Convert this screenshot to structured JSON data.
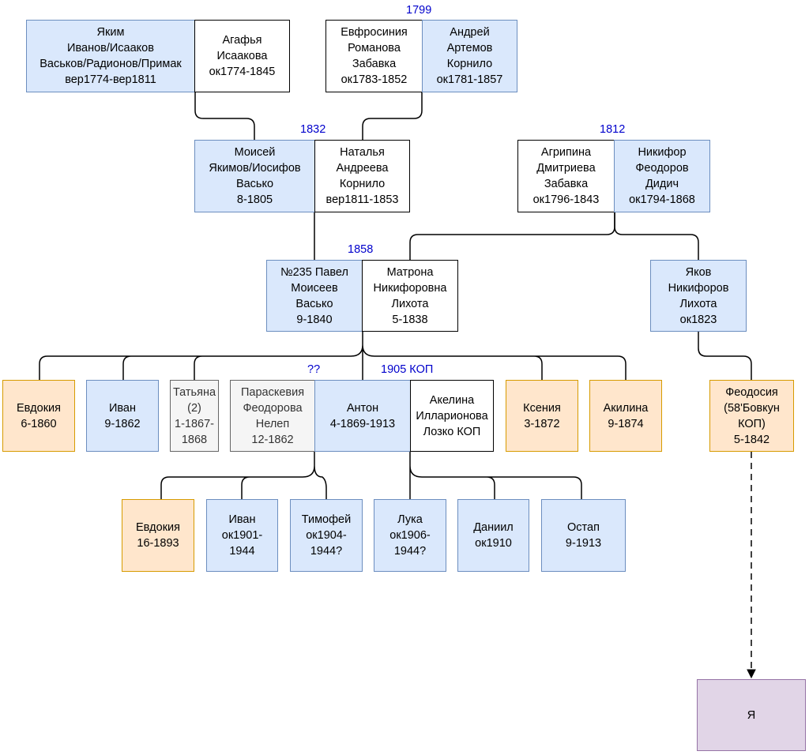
{
  "people": {
    "yakim": "Яким\nИванов/Исааков\nВаськов/Радионов/Примак\nвер1774-вер1811",
    "agafya": "Агафья\nИсаакова\nок1774-1845",
    "evfrosiniya": "Евфросиния\nРоманова\nЗабавка\nок1783-1852",
    "andrey": "Андрей\nАртемов\nКорнило\nок1781-1857",
    "moisey": "Моисей\nЯкимов/Иосифов\nВасько\n8-1805",
    "natalya": "Наталья\nАндреева\nКорнило\nвер1811-1853",
    "agripina": "Агрипина\nДмитриева\nЗабавка\nок1796-1843",
    "nikifor": "Никифор\nФеодоров\nДидич\nок1794-1868",
    "pavel": "№235 Павел\nМоисеев\nВасько\n9-1840",
    "matrona": "Матрона\nНикифоровна\nЛихота\n5-1838",
    "yakov": "Яков\nНикифоров\nЛихота\nок1823",
    "evdokiya1": "Евдокия\n6-1860",
    "ivan1": "Иван\n9-1862",
    "tatyana": "Татьяна\n(2)\n1-1867-\n1868",
    "paraskeviya": "Параскевия\nФеодорова\nНелеп\n12-1862",
    "anton": "Антон\n4-1869-1913",
    "akelina": "Акелина\nИлларионова\nЛозко КОП",
    "kseniya": "Ксения\n3-1872",
    "akilina": "Акилина\n9-1874",
    "feodosiya": "Феодосия\n(58'Бовкун\nКОП)\n5-1842",
    "evdokiya2": "Евдокия\n16-1893",
    "ivan2": "Иван\nок1901-\n1944",
    "timofey": "Тимофей\nок1904-\n1944?",
    "luka": "Лука\nок1906-\n1944?",
    "daniil": "Даниил\nок1910",
    "ostap": "Остап\n9-1913",
    "ya": "Я"
  },
  "marriage_years": {
    "m1799": "1799",
    "m1832": "1832",
    "m1812": "1812",
    "m1858": "1858",
    "unknown": "??",
    "m1905": "1905 КОП"
  },
  "colors": {
    "blue_fill": "#dae8fc",
    "blue_stroke": "#6c8ebf",
    "orange_fill": "#ffe6cc",
    "orange_stroke": "#d79b00",
    "gray_fill": "#f5f5f5",
    "gray_stroke": "#666666",
    "purple_fill": "#e1d5e7",
    "purple_stroke": "#9673a6",
    "year_text": "#0000cc"
  }
}
